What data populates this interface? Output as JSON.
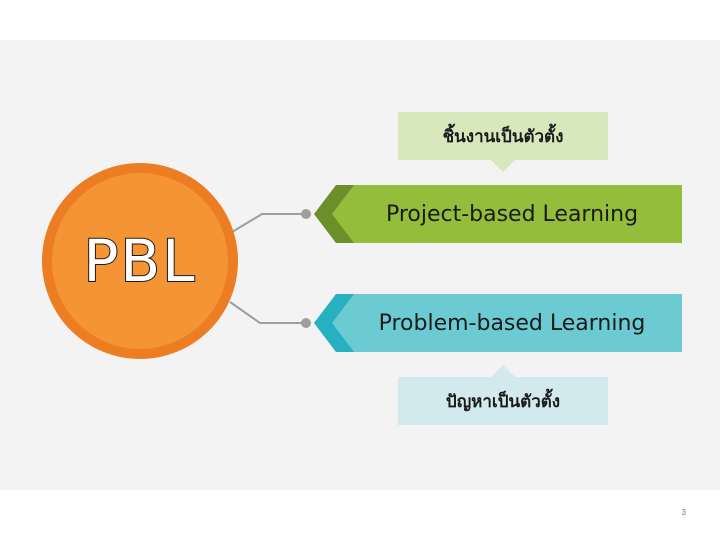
{
  "center": {
    "title": "PBL"
  },
  "branches": [
    {
      "label": "Project-based Learning",
      "note": "ชิ้นงานเป็นตัวตั้ง",
      "color": "#93bd3b"
    },
    {
      "label": "Problem-based Learning",
      "note": "ปัญหาเป็นตัวตั้ง",
      "color": "#6ccad3"
    }
  ],
  "footer": {
    "page_number": "3"
  },
  "colors": {
    "circle_outer": "#ed7d22",
    "circle_inner": "#f59434",
    "connector": "#9e9e9e"
  }
}
